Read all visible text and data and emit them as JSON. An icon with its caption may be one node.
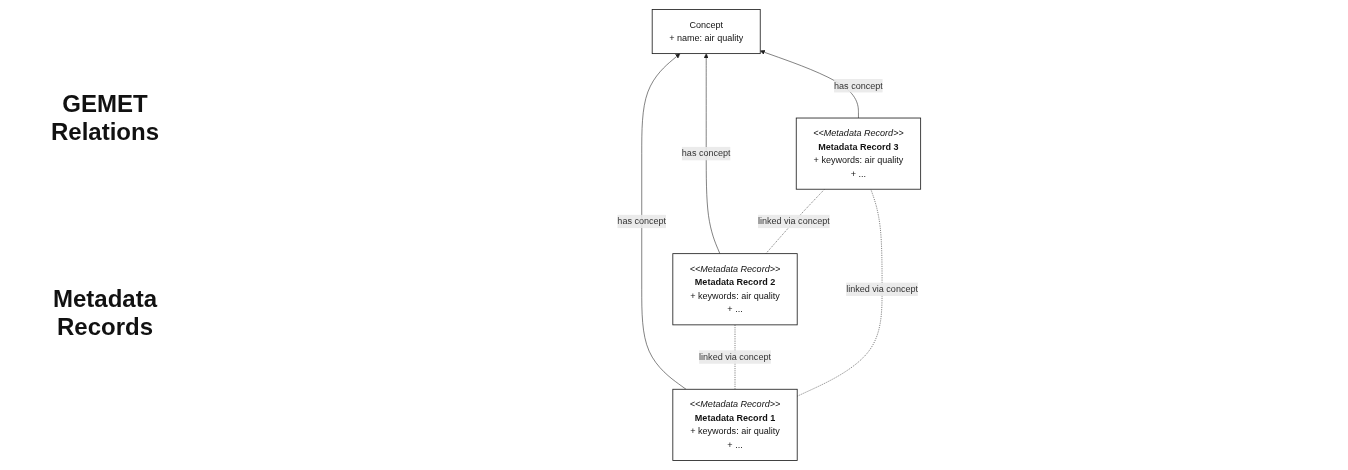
{
  "diagram": {
    "nodes": [
      {
        "text": [
          "Concept",
          "+ name: air quality"
        ]
      },
      {
        "text": [
          "<<Metadata Record>>",
          "Metadata Record 1",
          "+ keywords: air quality",
          "+ ..."
        ]
      },
      {
        "text": [
          "<<Metadata Record>>",
          "Metadata Record 2",
          "+ keywords: air quality",
          "+ ..."
        ]
      },
      {
        "text": [
          "<<Metadata Record>>",
          "Metadata Record 3",
          "+ keywords: air quality",
          "+ ..."
        ]
      }
    ],
    "edges": [
      {
        "from": 1,
        "to": 0,
        "arrow": "to",
        "label": "has concept"
      },
      {
        "from": 2,
        "to": 0,
        "arrow": "to",
        "label": "has concept"
      },
      {
        "from": 3,
        "to": 0,
        "arrow": "to",
        "label": "has concept"
      },
      {
        "from": 1,
        "to": 2,
        "arrow": "none",
        "label": "linked via concept",
        "style": "dashed"
      },
      {
        "from": 2,
        "to": 3,
        "arrow": "none",
        "label": "linked via concept",
        "style": "dashed"
      },
      {
        "from": 1,
        "to": 3,
        "arrow": "none",
        "label": "linked via concept",
        "style": "dashed"
      }
    ],
    "labels": [
      "GEMET Relations",
      "Metadata Records"
    ]
  }
}
